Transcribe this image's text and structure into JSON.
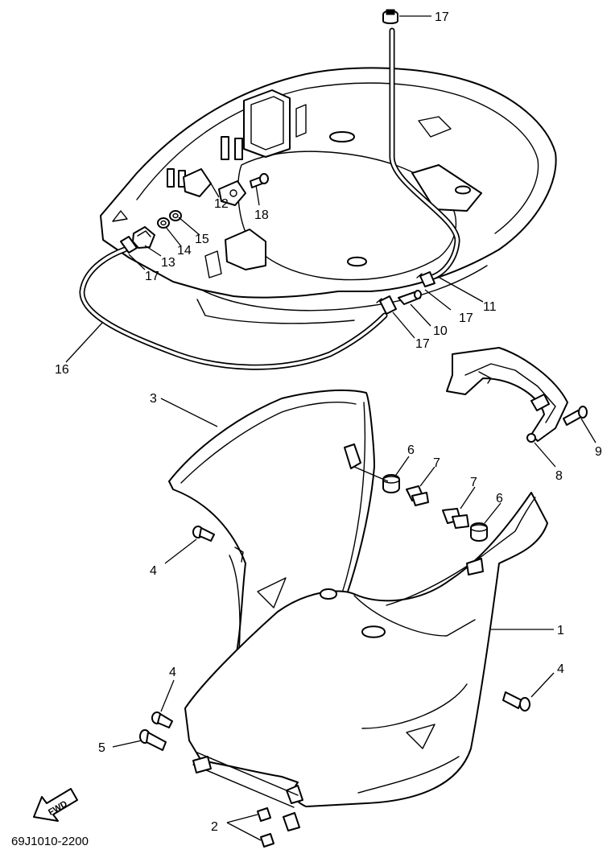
{
  "diagram_code": "69J1010-2200",
  "fwd_label": "FWD",
  "callouts": {
    "c1": "1",
    "c2": "2",
    "c3": "3",
    "c4a": "4",
    "c4b": "4",
    "c4c": "4",
    "c5": "5",
    "c6a": "6",
    "c6b": "6",
    "c7a": "7",
    "c7b": "7",
    "c8": "8",
    "c9": "9",
    "c10": "10",
    "c11": "11",
    "c12": "12",
    "c13": "13",
    "c14": "14",
    "c15": "15",
    "c16": "16",
    "c17a": "17",
    "c17b": "17",
    "c17c": "17",
    "c17d": "17",
    "c18": "18"
  }
}
